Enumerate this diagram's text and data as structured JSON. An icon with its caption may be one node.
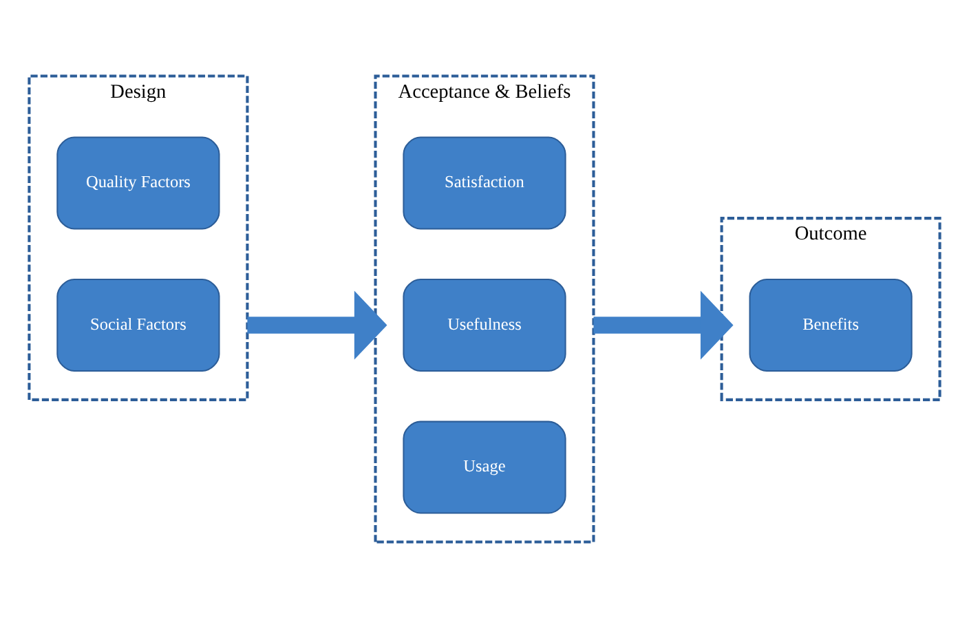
{
  "diagram": {
    "nodes": [
      {
        "text": [
          "Design"
        ]
      },
      {
        "text": [
          "Quality Factors"
        ],
        "in": 0
      },
      {
        "text": [
          "Social Factors"
        ],
        "in": 0
      },
      {
        "text": [
          "Acceptance & Beliefs"
        ]
      },
      {
        "text": [
          "Satisfaction"
        ],
        "in": 3
      },
      {
        "text": [
          "Usefulness"
        ],
        "in": 3
      },
      {
        "text": [
          "Usage"
        ],
        "in": 3
      },
      {
        "text": [
          "Outcome"
        ]
      },
      {
        "text": [
          "Benefits"
        ],
        "in": 7
      }
    ],
    "edges": [
      {
        "from": 0,
        "to": 3,
        "arrow": "to"
      },
      {
        "from": 3,
        "to": 7,
        "arrow": "to"
      }
    ]
  }
}
